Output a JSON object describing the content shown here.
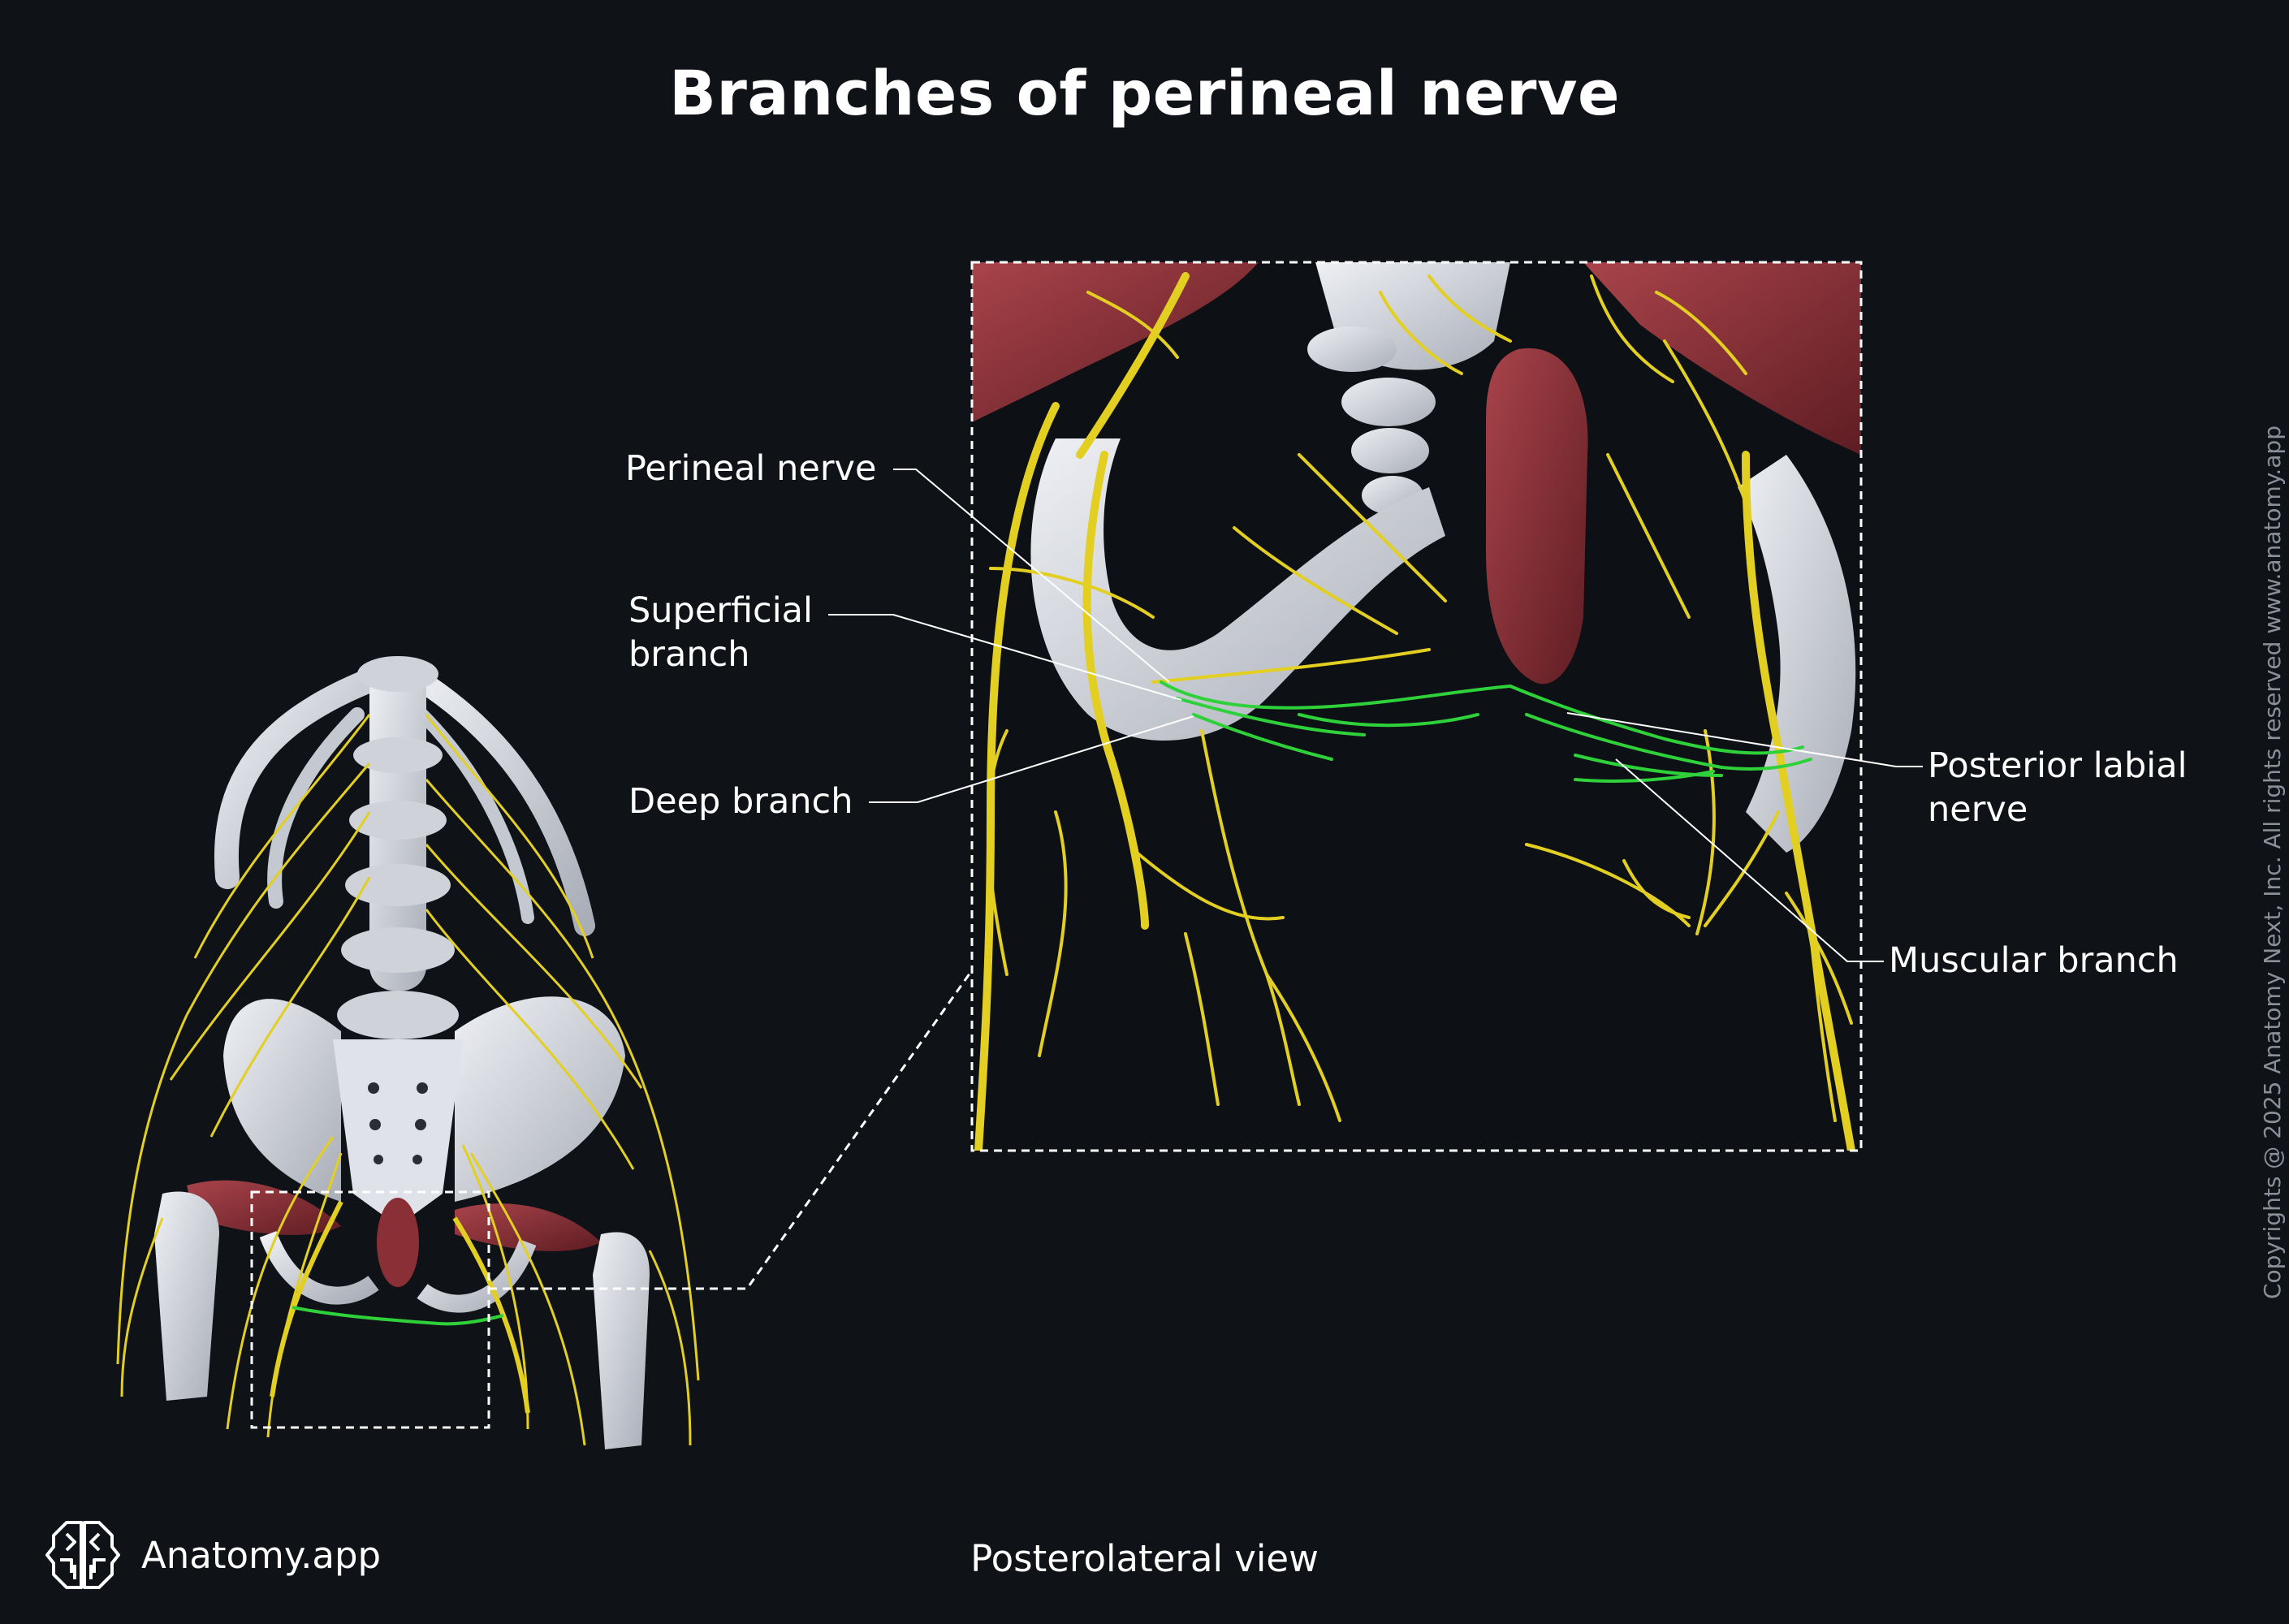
{
  "title": "Branches of perineal nerve",
  "view": "Posterolateral view",
  "brand": {
    "name": "Anatomy.app",
    "icon": "brain-logo-icon"
  },
  "copyright": "Copyrights @ 2025 Anatomy Next, Inc. All rights reserved www.anatomy.app",
  "labels": {
    "perineal_nerve": "Perineal nerve",
    "superficial_branch_1": "Superficial",
    "superficial_branch_2": "branch",
    "deep_branch": "Deep branch",
    "posterior_labial_1": "Posterior labial",
    "posterior_labial_2": "nerve",
    "muscular_branch": "Muscular branch"
  },
  "colors": {
    "background": "#0f1217",
    "nerve": "#e3cf22",
    "highlight_nerve": "#2fd13a",
    "bone": "#d6d9e0",
    "muscle": "#8a2f36",
    "leader_line": "#ffffff"
  }
}
